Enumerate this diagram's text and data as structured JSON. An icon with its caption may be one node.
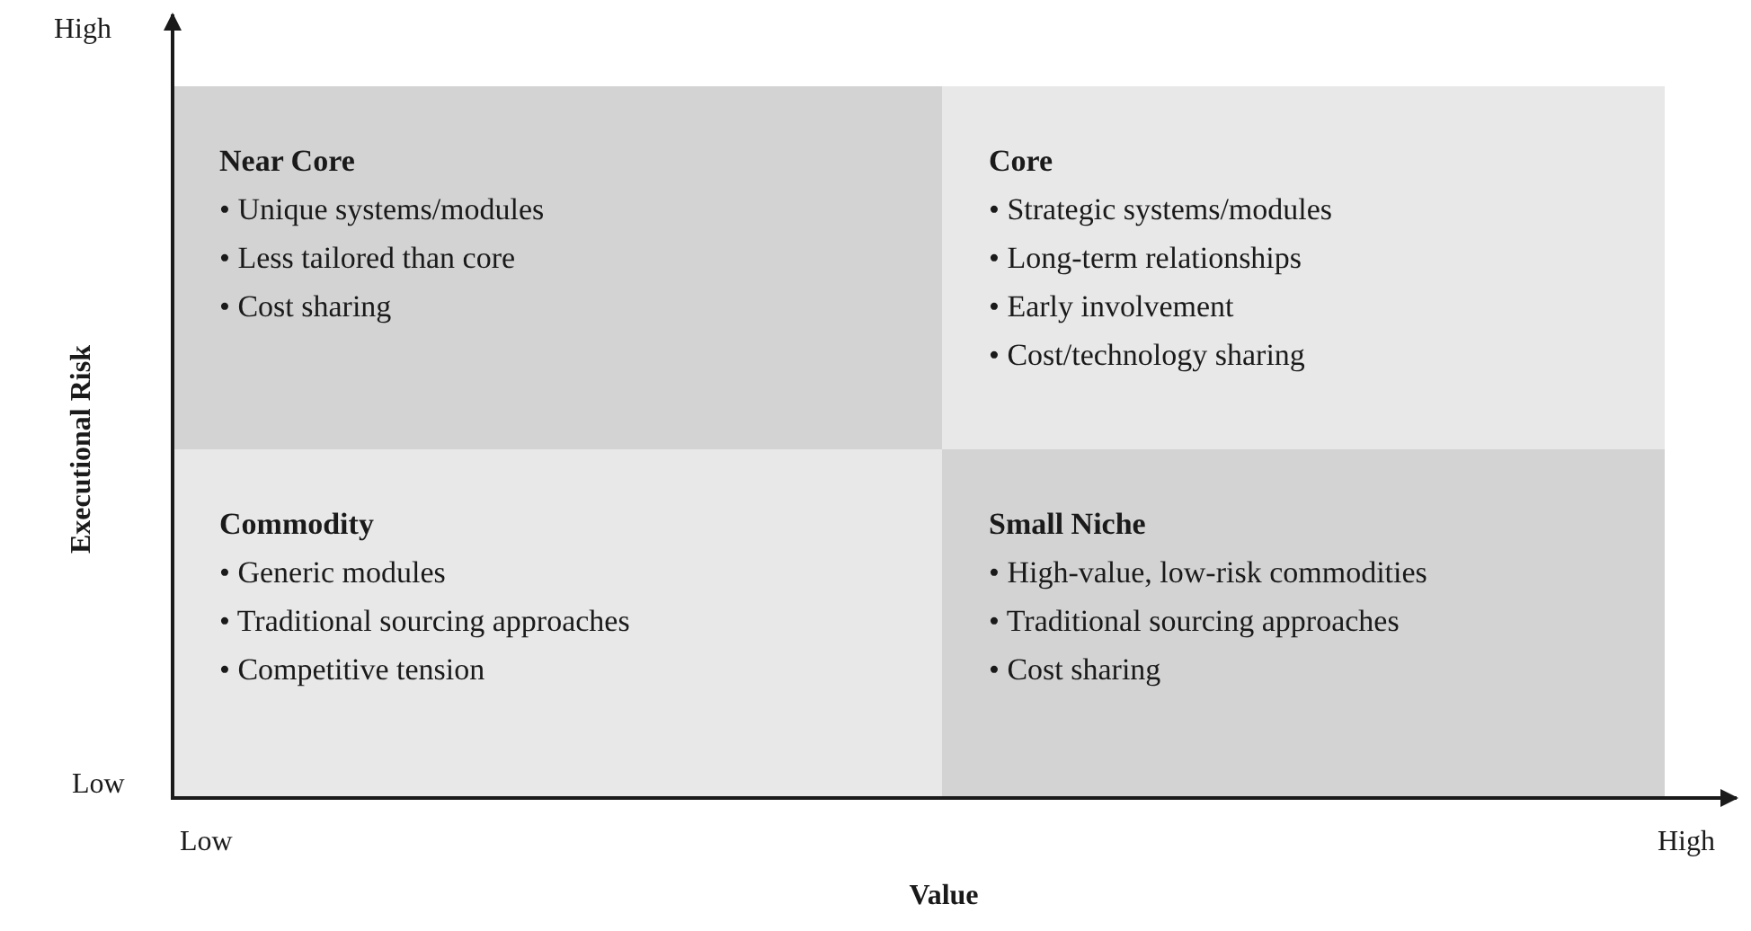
{
  "diagram": {
    "nodes": [
      {
        "text": [
          "Near Core",
          "• Unique systems/modules",
          "• Less tailored than core",
          "• Cost sharing"
        ]
      },
      {
        "text": [
          "Core",
          "• Strategic systems/modules",
          "• Long-term relationships",
          "• Early involvement",
          "• Cost/technology sharing"
        ]
      },
      {
        "text": [
          "Commodity",
          "• Generic modules",
          "• Traditional sourcing approaches",
          "• Competitive tension"
        ]
      },
      {
        "text": [
          "Small Niche",
          "• High-value, low-risk commodities",
          "• Traditional sourcing approaches",
          "• Cost sharing"
        ]
      }
    ],
    "edges": [],
    "labels": [
      "High",
      "Executional Risk",
      "Low",
      "Low",
      "High",
      "Value"
    ]
  }
}
